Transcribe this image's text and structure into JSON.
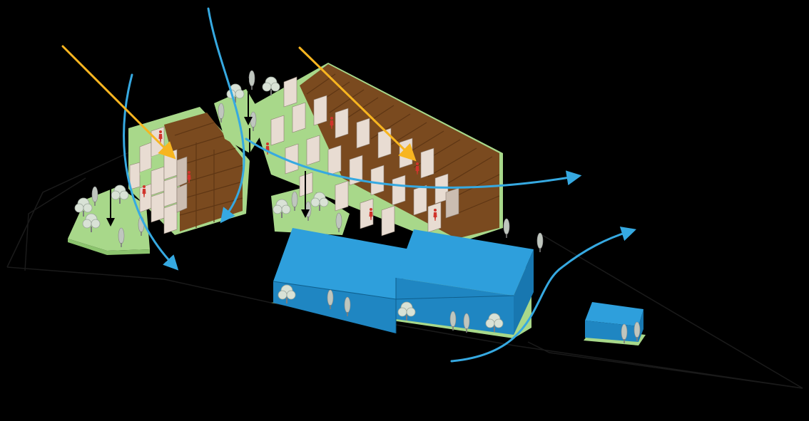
{
  "diagram": {
    "background": "#000000",
    "palette": {
      "ground_green": "#A8D88A",
      "ground_green_dark": "#8CC46E",
      "roof_brown": "#7A4A1F",
      "roof_brown_dark": "#5E3614",
      "panel_light": "#E8DCD2",
      "panel_shadow": "#CBBDB1",
      "building_blue": "#2E9FDC",
      "building_blue_dark": "#1F86C2",
      "sun_arrow": "#F7B520",
      "wind_arrow": "#36A9E1",
      "person_red": "#D0342C",
      "tree_foliage": "#D9E2D6",
      "tree_trunk": "#7C7C7C",
      "site_outline": "#1A1A1A"
    },
    "elements": {
      "sun_arrows": 2,
      "wind_arrows": 4,
      "vertical_down_arrows": 4,
      "housing_blocks": 2,
      "blue_buildings": 3
    }
  }
}
